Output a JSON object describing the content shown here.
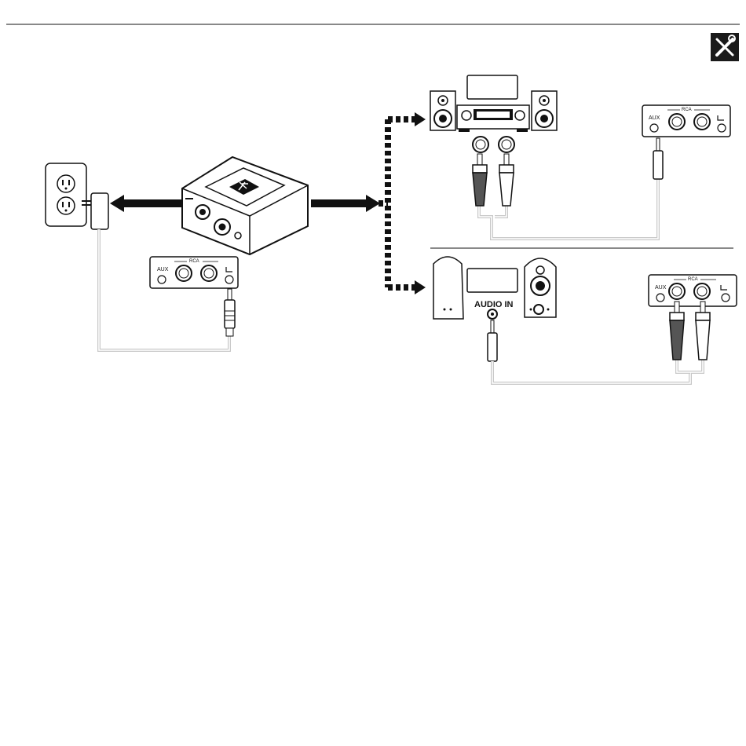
{
  "colors": {
    "ink": "#111111",
    "cable": "#c8c8c8",
    "panel": "#ffffff",
    "icon_bg": "#1a1a1a"
  },
  "icons": {
    "setup": "tools-icon",
    "bluetooth": "bluetooth-icon"
  },
  "labels": {
    "aux": "AUX",
    "rca": "RCA",
    "audio_in": "AUDIO IN"
  }
}
